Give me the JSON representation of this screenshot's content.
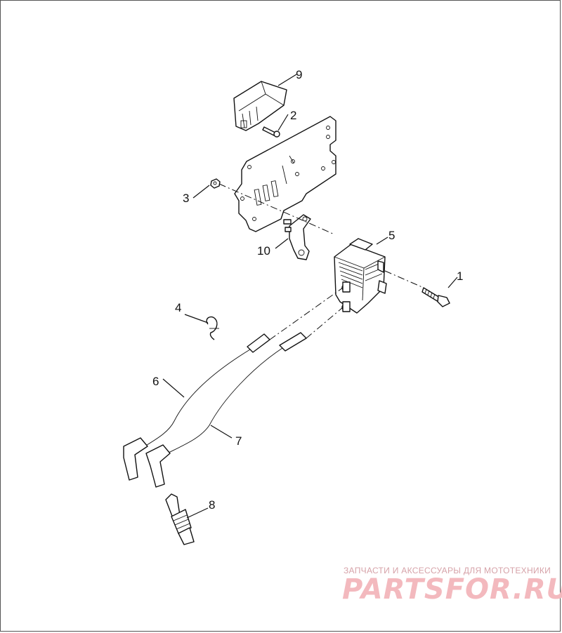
{
  "callouts": {
    "c1": "1",
    "c2": "2",
    "c3": "3",
    "c4": "4",
    "c5": "5",
    "c6": "6",
    "c7": "7",
    "c8": "8",
    "c9": "9",
    "c10": "10"
  },
  "watermark": {
    "tagline": "ЗАПЧАСТИ И АКСЕССУАРЫ ДЛЯ МОТОТЕХНИКИ",
    "brand": "PARTSFOR.RU"
  },
  "colors": {
    "ink": "#111111",
    "watermark": "#f3b9be"
  }
}
